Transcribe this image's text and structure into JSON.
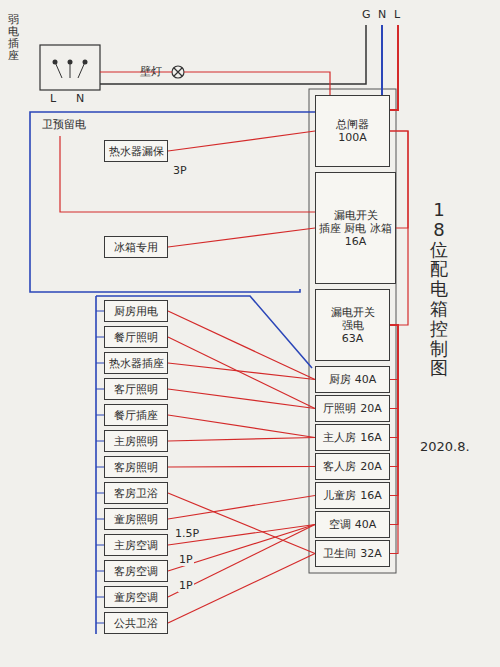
{
  "diagram": {
    "title": "18位配电箱控制图",
    "nodes": [
      {
        "text": [
          "总闸器",
          "100A"
        ]
      },
      {
        "text": [
          "漏电开关",
          "插座 厨电 冰箱",
          "16A"
        ]
      },
      {
        "text": [
          "漏电开关",
          "强电",
          "63A"
        ]
      },
      {
        "text": [
          "厨房",
          "40A"
        ]
      },
      {
        "text": [
          "厅照明",
          "20A"
        ]
      },
      {
        "text": [
          "主人房",
          "16A"
        ]
      },
      {
        "text": [
          "客人房",
          "20A"
        ]
      },
      {
        "text": [
          "儿童房",
          "16A"
        ]
      },
      {
        "text": [
          "空调",
          "40A"
        ]
      },
      {
        "text": [
          "卫生间",
          "32A"
        ]
      },
      {
        "text": [
          "热水器漏保"
        ]
      },
      {
        "text": [
          "冰箱专用"
        ]
      },
      {
        "text": [
          "厨房用电"
        ]
      },
      {
        "text": [
          "餐厅照明"
        ]
      },
      {
        "text": [
          "热水器插座"
        ]
      },
      {
        "text": [
          "客厅照明"
        ]
      },
      {
        "text": [
          "餐厅插座"
        ]
      },
      {
        "text": [
          "主房照明"
        ]
      },
      {
        "text": [
          "客房照明"
        ]
      },
      {
        "text": [
          "客房卫浴"
        ]
      },
      {
        "text": [
          "童房照明"
        ]
      },
      {
        "text": [
          "主房空调"
        ]
      },
      {
        "text": [
          "客房空调"
        ]
      },
      {
        "text": [
          "童房空调"
        ]
      },
      {
        "text": [
          "公共卫浴"
        ]
      }
    ],
    "edges": [
      {
        "from": 0,
        "to": 1,
        "arrow": "none"
      },
      {
        "from": 0,
        "to": 2,
        "arrow": "none"
      },
      {
        "from": 2,
        "to": 3,
        "arrow": "none"
      },
      {
        "from": 2,
        "to": 4,
        "arrow": "none"
      },
      {
        "from": 2,
        "to": 5,
        "arrow": "none"
      },
      {
        "from": 2,
        "to": 6,
        "arrow": "none"
      },
      {
        "from": 2,
        "to": 7,
        "arrow": "none"
      },
      {
        "from": 2,
        "to": 8,
        "arrow": "none"
      },
      {
        "from": 2,
        "to": 9,
        "arrow": "none"
      },
      {
        "from": 0,
        "to": 10,
        "arrow": "none"
      },
      {
        "from": 1,
        "to": 11,
        "arrow": "none"
      },
      {
        "from": 3,
        "to": 12,
        "arrow": "none"
      },
      {
        "from": 4,
        "to": 13,
        "arrow": "none"
      },
      {
        "from": 3,
        "to": 14,
        "arrow": "none"
      },
      {
        "from": 4,
        "to": 15,
        "arrow": "none"
      },
      {
        "from": 5,
        "to": 16,
        "arrow": "none"
      },
      {
        "from": 5,
        "to": 17,
        "arrow": "none"
      },
      {
        "from": 6,
        "to": 18,
        "arrow": "none"
      },
      {
        "from": 9,
        "to": 19,
        "arrow": "none"
      },
      {
        "from": 7,
        "to": 20,
        "arrow": "none"
      },
      {
        "from": 8,
        "to": 21,
        "arrow": "none"
      },
      {
        "from": 8,
        "to": 22,
        "arrow": "none"
      },
      {
        "from": 8,
        "to": 23,
        "arrow": "none"
      },
      {
        "from": 9,
        "to": 24,
        "arrow": "none"
      }
    ],
    "labels": [
      "L",
      "N",
      "G",
      "弱电插座",
      "壁灯",
      "L",
      "N",
      "卫预留电",
      "3P",
      "1.5P",
      "1P",
      "1P",
      "2020.8."
    ]
  }
}
